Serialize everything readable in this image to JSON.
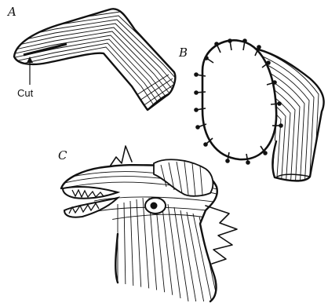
{
  "labels": {
    "a": "A",
    "b": "B",
    "c": "C",
    "cut": "Cut"
  },
  "colors": {
    "ink": "#111111",
    "paper": "#ffffff"
  }
}
